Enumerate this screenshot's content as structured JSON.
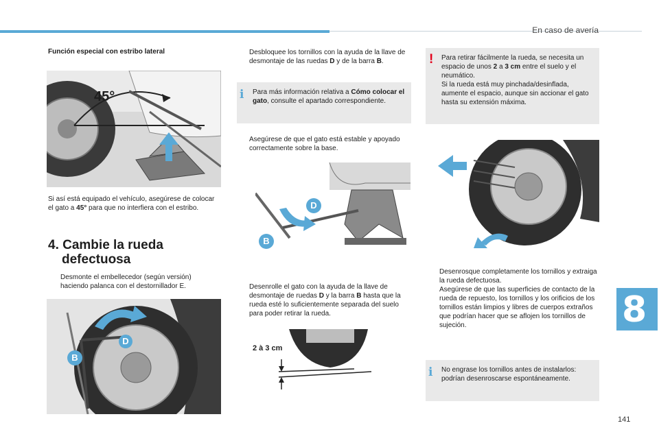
{
  "header": {
    "title": "En caso de avería"
  },
  "page_number": "141",
  "chapter_number": "8",
  "col1": {
    "heading": "Función especial con estribo lateral",
    "figure1_label": "45°",
    "para1_a": "Si así está equipado el vehículo, asegúrese de colocar el gato a ",
    "para1_b": "45°",
    "para1_c": " para que no interfiera con el estribo.",
    "section_title_1": "4. Cambie la rueda",
    "section_title_2": "defectuosa",
    "bullet1": "Desmonte el embellecedor (según versión) haciendo palanca con el destornillador E.",
    "figure2_labels": [
      "D",
      "B"
    ]
  },
  "col2": {
    "bullet1_a": "Desbloquee los tornillos con la ayuda de la llave de desmontaje de las ruedas ",
    "bullet1_b": "D",
    "bullet1_c": " y de la barra ",
    "bullet1_d": "B",
    "bullet1_e": ".",
    "info_a": "Para más información relativa a ",
    "info_b": "Cómo colocar el gato",
    "info_c": ", consulte el apartado correspondiente.",
    "bullet2": "Asegúrese de que el gato está estable y apoyado correctamente sobre la base.",
    "figure3_labels": [
      "D",
      "B"
    ],
    "bullet3_a": "Desenrolle el gato con la ayuda de la llave de desmontaje de ruedas ",
    "bullet3_b": "D",
    "bullet3_c": " y la barra ",
    "bullet3_d": "B",
    "bullet3_e": " hasta que la rueda esté lo suficientemente separada del suelo para poder retirar la rueda.",
    "figure4_label": "2 à 3 cm"
  },
  "col3": {
    "warn_a": "Para retirar fácilmente la rueda, se necesita un espacio de unos ",
    "warn_b": "2",
    "warn_c": " a ",
    "warn_d": "3 cm",
    "warn_e": " entre el suelo y el neumático.",
    "warn_f": "Si la rueda está muy pinchada/desinflada, aumente el espacio, aunque sin accionar el gato hasta su extensión máxima.",
    "bullet1": "Desenrosque completamente los tornillos y extraiga la rueda defectuosa.",
    "bullet2": "Asegúrese de que las superficies de contacto de la rueda de repuesto, los tornillos y los orificios de los tornillos están limpios y libres de cuerpos extraños que podrían hacer que se aflojen los tornillos de sujeción.",
    "info": "No engrase los tornillos antes de instalarlos: podrían desenroscarse espontáneamente."
  },
  "bullet_marker": "",
  "colors": {
    "accent": "#5aa9d6",
    "warning": "#e3001b",
    "box_bg": "#e9e9e9"
  }
}
